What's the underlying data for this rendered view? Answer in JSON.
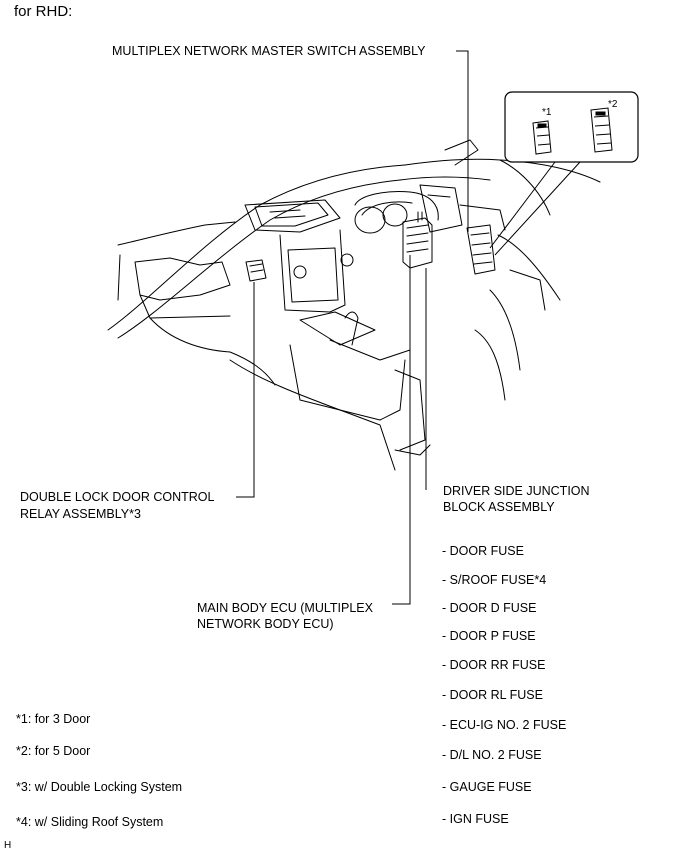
{
  "heading": "for RHD:",
  "labels": {
    "master_switch": "MULTIPLEX NETWORK MASTER SWITCH ASSEMBLY",
    "double_lock_line1": "DOUBLE LOCK DOOR CONTROL",
    "double_lock_line2": "RELAY ASSEMBLY*3",
    "junction_line1": "DRIVER SIDE JUNCTION",
    "junction_line2": "BLOCK ASSEMBLY",
    "main_ecu_line1": "MAIN BODY ECU (MULTIPLEX",
    "main_ecu_line2": "NETWORK BODY ECU)",
    "inset_1": "*1",
    "inset_2": "*2"
  },
  "fuses": [
    "- DOOR FUSE",
    "- S/ROOF FUSE*4",
    "- DOOR D FUSE",
    "- DOOR P FUSE",
    "- DOOR RR FUSE",
    "- DOOR RL FUSE",
    "- ECU-IG NO. 2 FUSE",
    "- D/L NO. 2 FUSE",
    "- GAUGE FUSE",
    "- IGN FUSE"
  ],
  "notes": [
    "*1: for 3 Door",
    "*2: for 5 Door",
    "*3: w/ Double Locking System",
    "*4: w/ Sliding Roof System"
  ],
  "corner_mark": "H"
}
